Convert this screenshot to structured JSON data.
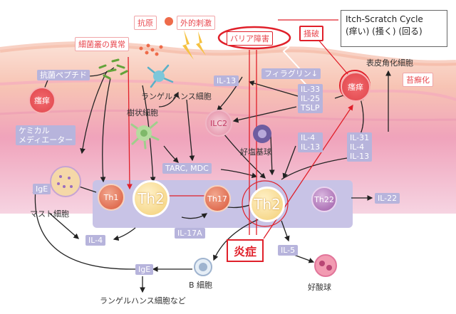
{
  "itch_cycle": {
    "title": "Itch-Scratch Cycle",
    "subtitle": "(痒い) (掻く) (回る)"
  },
  "top": {
    "antigen": "抗原",
    "external": "外的刺激",
    "barrier": "バリア障害",
    "scratch": "掻破",
    "bacteria": "細菌叢の異常"
  },
  "epidermis": {
    "peptide": "抗菌ペプチド",
    "itch_left": "瘙痒",
    "il13_top": "IL-13",
    "filaggrin": "フィラグリン↓",
    "itch_right": "瘙痒",
    "keratinocyte": "表皮角化細胞",
    "lichen": "苔癬化"
  },
  "cytokines": {
    "il33": "IL-33",
    "il25": "IL-25",
    "tslp": "TSLP",
    "il4_mid": "IL-4",
    "il13_mid": "IL-13",
    "il31": "IL-31",
    "il4_right": "IL-4",
    "il13_right": "IL-13",
    "il22": "IL-22",
    "il4_left": "IL-4",
    "il17a": "IL-17A",
    "il5": "IL-5",
    "tarc": "TARC, MDC",
    "ige_left": "IgE",
    "ige_bottom": "IgE"
  },
  "cells": {
    "langerhans": "ランゲルハンス細胞",
    "dendritic": "樹状細胞",
    "ilc2": "ILC2",
    "basophil": "好塩基球",
    "chemical": "ケミカル\nメディエーター",
    "mast": "マスト細胞",
    "th1": "Th1",
    "th2_left": "Th2",
    "th17": "Th17",
    "th2_right": "Th2",
    "th22": "Th22",
    "bcell": "B 細胞",
    "eosinophil": "好酸球",
    "langerhans_etc": "ランゲルハンス細胞など"
  },
  "inflammation": "炎症",
  "colors": {
    "skin_top": "#f7c9b8",
    "skin_mid": "#f2a9b8",
    "dermis": "#f3bfd3",
    "band": "#c8c3e6",
    "accent_red": "#e0202a",
    "box": "#b7b4dc"
  }
}
